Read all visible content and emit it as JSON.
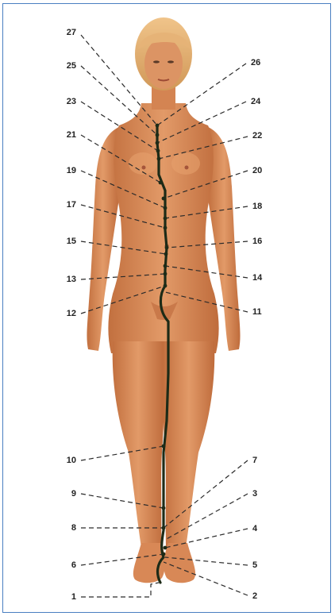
{
  "colors": {
    "frame": "#4a7fc1",
    "skin": "#d9875a",
    "hair": "#e2ac6b",
    "meridian": "#1d2b17"
  },
  "figure": {
    "icon": "human-body-front-illustration"
  },
  "point_labels": {
    "p1": "1",
    "p2": "2",
    "p3": "3",
    "p4": "4",
    "p5": "5",
    "p6": "6",
    "p7": "7",
    "p8": "8",
    "p9": "9",
    "p10": "10",
    "p11": "11",
    "p12": "12",
    "p13": "13",
    "p14": "14",
    "p15": "15",
    "p16": "16",
    "p17": "17",
    "p18": "18",
    "p19": "19",
    "p20": "20",
    "p21": "21",
    "p22": "22",
    "p23": "23",
    "p24": "24",
    "p25": "25",
    "p26": "26",
    "p27": "27"
  }
}
